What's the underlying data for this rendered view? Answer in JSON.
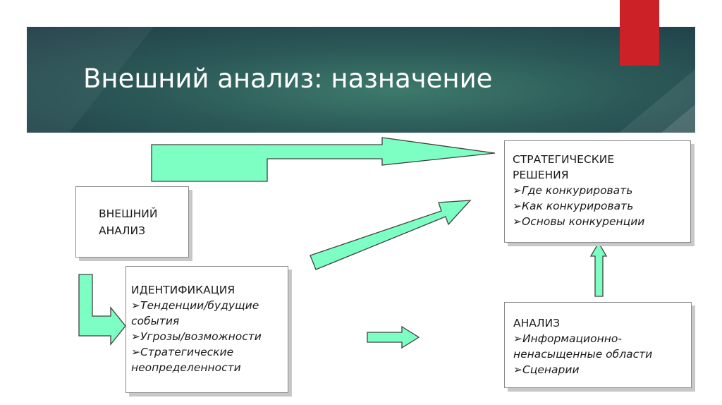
{
  "slide": {
    "title": "Внешний анализ: назначение",
    "colors": {
      "header": "#2c5a58",
      "accent": "#cc2127",
      "arrow_fill": "#7dffc4",
      "arrow_stroke": "#404040"
    }
  },
  "diagram": {
    "external_analysis": {
      "line1": "ВНЕШНИЙ",
      "line2": "АНАЛИЗ"
    },
    "identification": {
      "heading": "ИДЕНТИФИКАЦИЯ",
      "item1_line1": "➢Тенденции/будущие",
      "item1_line2": "события",
      "item2": "➢Угрозы/возможности",
      "item3_line1": "➢Стратегические",
      "item3_line2": "неопределенности"
    },
    "strategic_decisions": {
      "heading_line1": "СТРАТЕГИЧЕСКИЕ",
      "heading_line2": "РЕШЕНИЯ",
      "item1": "➢Где конкурировать",
      "item2": "➢Как конкурировать",
      "item3": "➢Основы конкуренции"
    },
    "analysis": {
      "heading": "АНАЛИЗ",
      "item1_line1": "➢Информационно-",
      "item1_line2": "ненасыщенные области",
      "item2": "➢Сценарии"
    },
    "connections": [
      {
        "from": "external_analysis",
        "to": "strategic_decisions"
      },
      {
        "from": "external_analysis",
        "to": "identification"
      },
      {
        "from": "identification",
        "to": "strategic_decisions"
      },
      {
        "from": "identification",
        "to": "analysis"
      },
      {
        "from": "analysis",
        "to": "strategic_decisions"
      }
    ]
  }
}
